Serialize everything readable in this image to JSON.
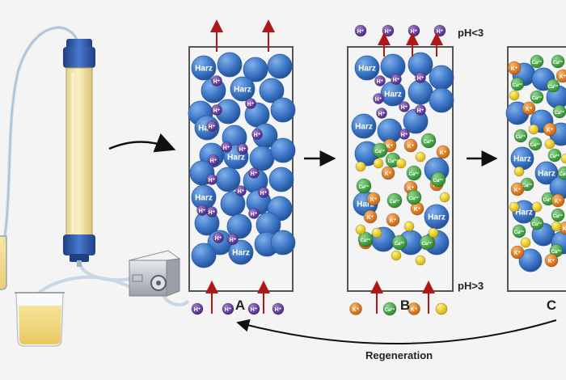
{
  "labels": {
    "panel_a": "A",
    "panel_b": "B",
    "panel_c": "C",
    "ph_top": "pH<3",
    "ph_bottom": "pH>3",
    "regeneration": "Regeneration"
  },
  "bead_text": {
    "resin": "Harz",
    "hydrogen": "H⁺",
    "potassium": "K⁺",
    "calcium": "Ca²⁺"
  },
  "colors": {
    "resin": "#3f78c8",
    "hydrogen": "#6a3fa0",
    "potassium": "#e8821c",
    "calcium": "#45a845",
    "yellow": "#f2d31a",
    "arrow_red": "#b01818",
    "column_liquid": "#f3e3a0",
    "column_cap": "#2a55a8"
  },
  "icons": [
    "ion-exchange-column",
    "beaker",
    "peristaltic-pump",
    "tubing",
    "flow-arrow"
  ]
}
